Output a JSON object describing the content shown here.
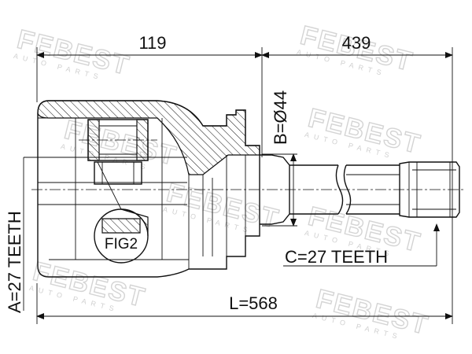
{
  "dimensions": {
    "length_top_left": "119",
    "length_top_right": "439",
    "diameter": "B=Ø44",
    "teeth_a": "A=27 TEETH",
    "teeth_c": "C=27 TEETH",
    "total_length": "L=568"
  },
  "labels": {
    "fig": "FIG2"
  },
  "watermark": {
    "brand": "FEBEST",
    "sub": "AUTO PARTS"
  }
}
